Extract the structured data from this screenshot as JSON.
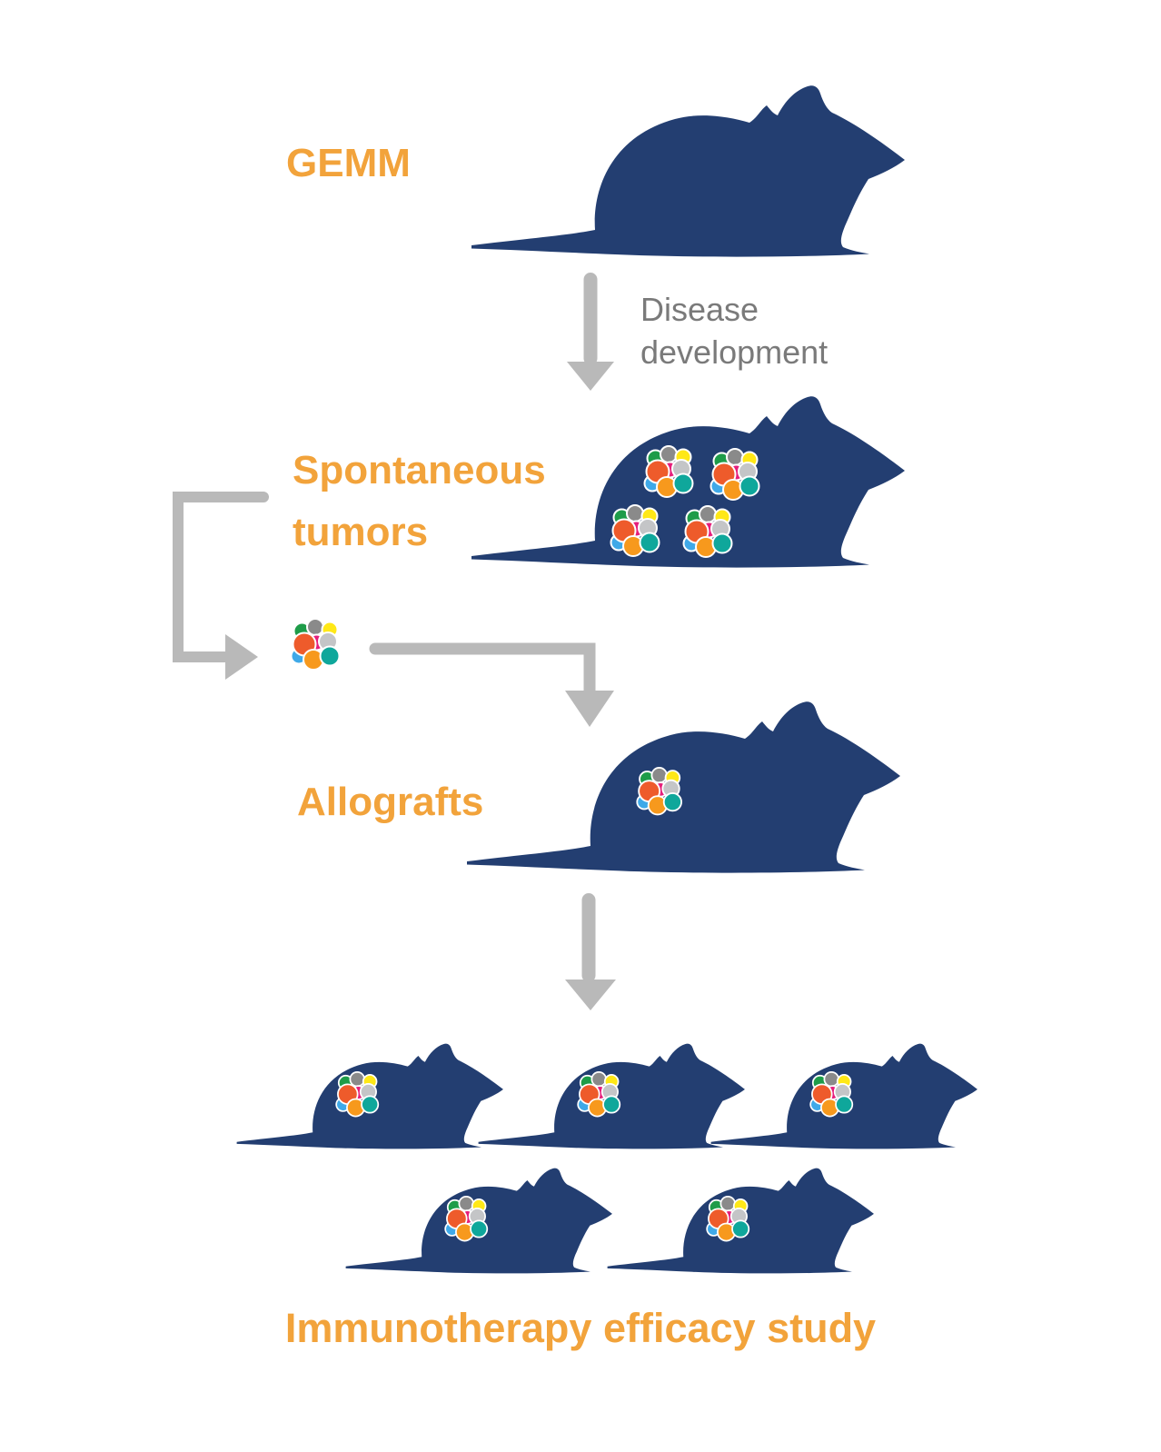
{
  "labels": {
    "gemm": "GEMM",
    "disease_development": "Disease\ndevelopment",
    "spontaneous_tumors": "Spontaneous\ntumors",
    "allografts": "Allografts",
    "efficacy_study": "Immunotherapy efficacy study"
  },
  "counts": {
    "gemm_mice": 1,
    "spontaneous_tumor_clusters": 4,
    "allograft_mice": 1,
    "efficacy_study_mice": 5,
    "efficacy_row1_mice": 3,
    "efficacy_row2_mice": 2
  },
  "colors": {
    "background": "#ffffff",
    "mouse_body": "#233e71",
    "label_orange": "#f2a33b",
    "arrow_gray": "#b9b9b9",
    "text_gray": "#7a7a7a",
    "tumor_green": "#1e9c49",
    "tumor_dark_gray": "#8a8a8a",
    "tumor_yellow": "#ffe817",
    "tumor_magenta": "#e61e7b",
    "tumor_silver": "#c4c5c7",
    "tumor_light_blue": "#3fa9e8",
    "tumor_orange_red": "#ee5b2b",
    "tumor_amber": "#f7991d",
    "tumor_teal": "#0fa79b"
  }
}
